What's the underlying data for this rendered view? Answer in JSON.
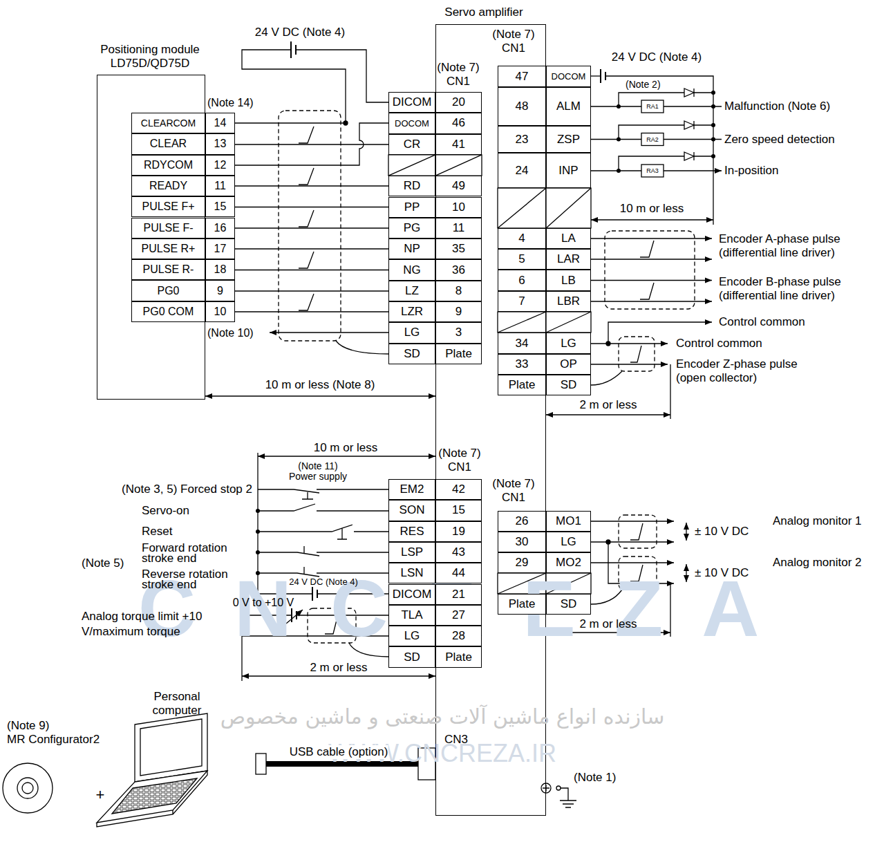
{
  "diagram": {
    "nodes": [
      {
        "text": [
          "Positioning module LD75D/QD75D"
        ]
      },
      {
        "text": [
          "Servo amplifier"
        ]
      }
    ],
    "edges": [
      {
        "from": 0,
        "to": 1,
        "arrow": "none"
      },
      {
        "from": 0,
        "to": 1,
        "arrow": "none"
      },
      {
        "from": 0,
        "to": 1,
        "arrow": "none"
      },
      {
        "from": 0,
        "to": 1,
        "arrow": "none"
      },
      {
        "from": 0,
        "to": 1,
        "arrow": "none"
      },
      {
        "from": 0,
        "to": 1,
        "arrow": "none"
      },
      {
        "from": 0,
        "to": 1,
        "arrow": "none"
      },
      {
        "from": 0,
        "to": 1,
        "arrow": "none"
      },
      {
        "from": 0,
        "to": 1,
        "arrow": "none"
      }
    ],
    "labels": [
      "24 V DC (Note 4)",
      "(Note 14)",
      "CLEARCOM",
      "14",
      "CLEAR",
      "13",
      "RDYCOM",
      "12",
      "READY",
      "11",
      "PULSE F+",
      "15",
      "PULSE F-",
      "16",
      "PULSE R+",
      "17",
      "PULSE R-",
      "18",
      "PG0",
      "9",
      "PG0 COM",
      "10",
      "(Note 10)",
      "(Note 7) CN1",
      "DICOM",
      "20",
      "DOCOM",
      "46",
      "CR",
      "41",
      "RD",
      "49",
      "PP",
      "10",
      "PG",
      "11",
      "NP",
      "35",
      "NG",
      "36",
      "LZ",
      "8",
      "LZR",
      "9",
      "LG",
      "3",
      "SD",
      "Plate",
      "10 m or less (Note 8)",
      "(Note 7) CN1",
      "24 V DC (Note 4)",
      "(Note 2)",
      "47",
      "DOCOM",
      "48",
      "ALM",
      "23",
      "ZSP",
      "24",
      "INP",
      "4",
      "LA",
      "5",
      "LAR",
      "6",
      "LB",
      "7",
      "LBR",
      "34",
      "LG",
      "33",
      "OP",
      "Plate",
      "SD",
      "RA1",
      "RA2",
      "RA3",
      "Malfunction (Note 6)",
      "Zero speed detection",
      "In-position",
      "10 m or less",
      "Encoder A-phase pulse (differential line driver)",
      "Encoder B-phase pulse (differential line driver)",
      "Control common",
      "Control common",
      "Encoder Z-phase pulse (open collector)",
      "2 m or less",
      "10 m or less",
      "(Note 7) CN1",
      "(Note 11) Power supply",
      "(Note 3, 5) Forced stop 2",
      "Servo-on",
      "Reset",
      "Forward rotation stroke end",
      "(Note 5)",
      "Reverse rotation stroke end",
      "24 V DC (Note 4)",
      "0 V to +10 V",
      "Analog torque limit +10 V/maximum torque",
      "EM2",
      "42",
      "SON",
      "15",
      "RES",
      "19",
      "LSP",
      "43",
      "LSN",
      "44",
      "DICOM",
      "21",
      "TLA",
      "27",
      "LG",
      "28",
      "SD",
      "Plate",
      "2 m or less",
      "(Note 7) CN1",
      "26",
      "MO1",
      "30",
      "LG",
      "29",
      "MO2",
      "Plate",
      "SD",
      "± 10 V DC",
      "Analog monitor 1",
      "± 10 V DC",
      "Analog monitor 2",
      "2 m or less",
      "(Note 9)",
      "MR Configurator2",
      "+",
      "Personal computer",
      "USB cable (option)",
      "CN3",
      "(Note 1)",
      "CNCREZA",
      "سازنده انواع ماشین آلات صنعتی و ماشین مخصوص",
      "WWW.CNCREZA.IR"
    ]
  }
}
